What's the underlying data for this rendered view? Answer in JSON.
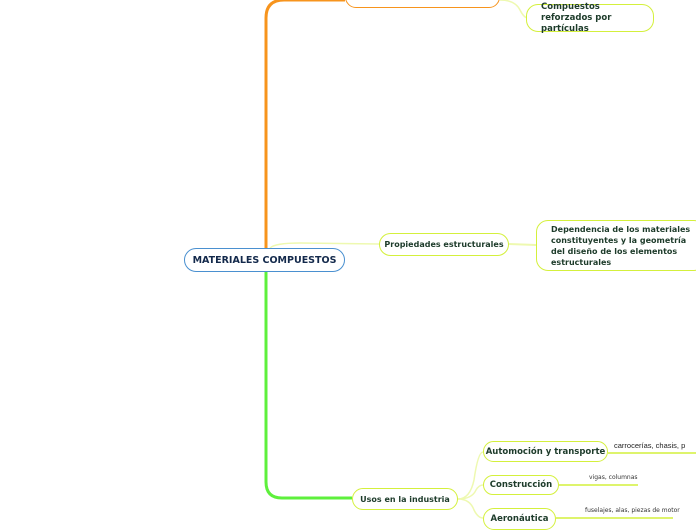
{
  "central": {
    "label": "MATERIALES COMPUESTOS"
  },
  "branches": {
    "top": {
      "label": "",
      "children": [
        {
          "label": "Compuestos reforzados por partículas"
        }
      ]
    },
    "propiedades": {
      "label": "Propiedades estructurales",
      "children": [
        {
          "label": "Dependencia de los materiales constituyentes y la geometría del diseño de los elementos estructurales"
        }
      ]
    },
    "usos": {
      "label": "Usos en la industria",
      "children": [
        {
          "label": "Automoción y transporte",
          "detail": "carrocerías, chasis, p"
        },
        {
          "label": "Construcción",
          "detail": "vigas, columnas"
        },
        {
          "label": "Aeronáutica",
          "detail": "fuselajes, alas, piezas de motor"
        }
      ]
    }
  },
  "colors": {
    "central_border": "#4a90d0",
    "top_branch": "#f7941d",
    "usos_branch": "#5ef03c",
    "leaf_border": "#d4f03c"
  }
}
